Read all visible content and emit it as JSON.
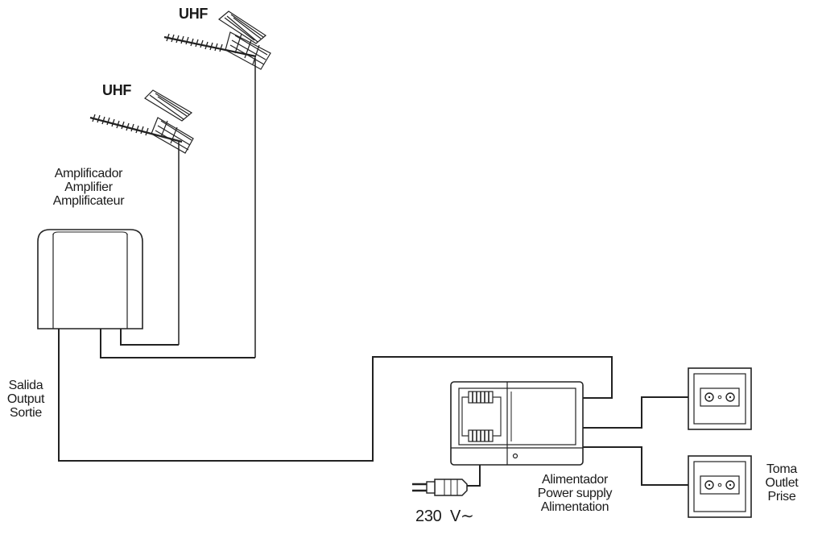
{
  "antennas": [
    {
      "label": "UHF"
    },
    {
      "label": "UHF"
    }
  ],
  "amplifier": {
    "lines": [
      "Amplificador",
      "Amplifier",
      "Amplificateur"
    ]
  },
  "output": {
    "lines": [
      "Salida",
      "Output",
      "Sortie"
    ]
  },
  "power_supply": {
    "lines": [
      "Alimentador",
      "Power supply",
      "Alimentation"
    ],
    "voltage": "230  V∼"
  },
  "outlet": {
    "lines": [
      "Toma",
      "Outlet",
      "Prise"
    ]
  }
}
